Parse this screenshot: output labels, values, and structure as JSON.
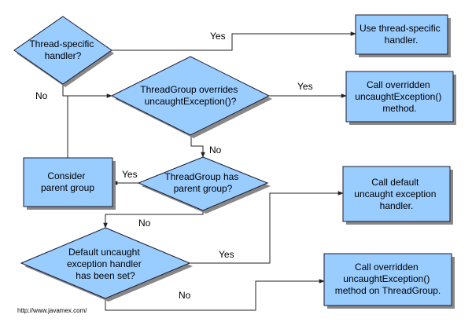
{
  "nodes": {
    "thread_specific_q": [
      "Thread-specific",
      "handler?"
    ],
    "use_thread_handler": [
      "Use thread-specific",
      "handler."
    ],
    "threadgroup_overrides_q": [
      "ThreadGroup overrides",
      "uncaughtException()?"
    ],
    "call_overridden": [
      "Call overridden",
      "uncaughtException()",
      "method."
    ],
    "consider_parent": [
      "Consider",
      "parent group"
    ],
    "threadgroup_parent_q": [
      "ThreadGroup has",
      "parent group?"
    ],
    "call_default": [
      "Call default",
      "uncaught exception",
      "handler."
    ],
    "default_handler_q": [
      "Default uncaught",
      "exception handler",
      "has been set?"
    ],
    "call_overridden_tg": [
      "Call overridden",
      "uncaughtException()",
      "method on ThreadGroup."
    ]
  },
  "edges": {
    "yes1": "Yes",
    "no1": "No",
    "yes2": "Yes",
    "no2": "No",
    "yes3": "Yes",
    "no3": "No",
    "yes4": "Yes",
    "no4": "No"
  },
  "credit": "http://www.javamex.com/",
  "colors": {
    "fill": "#99ccff",
    "stroke": "#1a1a2e",
    "shadow": "#888888"
  }
}
